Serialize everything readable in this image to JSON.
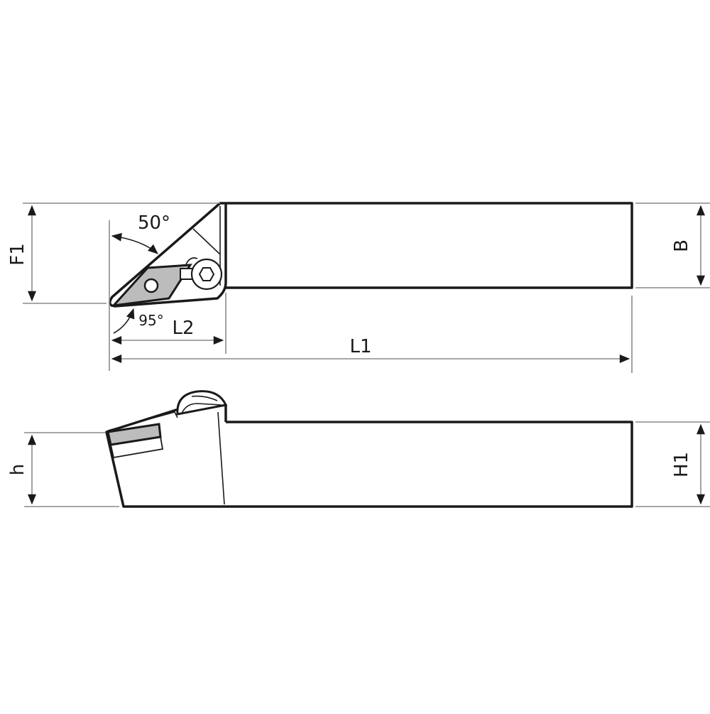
{
  "drawing": {
    "subject": "turning tool holder",
    "top_view": {
      "angles": {
        "approach_angle": "50°",
        "entering_angle": "95°"
      },
      "dimensions": {
        "F1": "F1",
        "B": "B",
        "L1": "L1",
        "L2": "L2"
      }
    },
    "side_view": {
      "dimensions": {
        "h": "h",
        "H1": "H1"
      }
    },
    "colors": {
      "outline": "#1a1a1a",
      "dimension_line": "#8a8a8a",
      "insert_fill": "#bcbcbc",
      "background": "#ffffff"
    }
  }
}
